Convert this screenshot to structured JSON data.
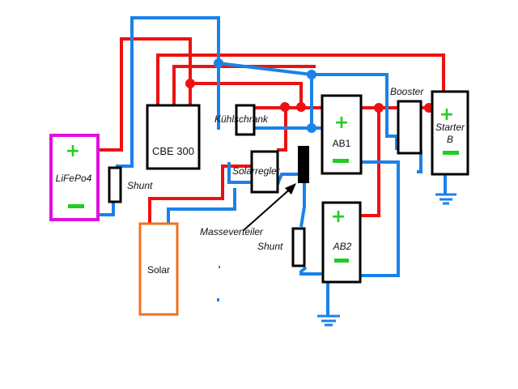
{
  "diagram": {
    "components": {
      "lifepo4": {
        "label": "LiFePo4",
        "plus": "+",
        "minus": "−"
      },
      "shunt_left": {
        "label": "Shunt"
      },
      "cbe300": {
        "label": "CBE 300"
      },
      "kuehlschrank": {
        "label": "Kühlschrank"
      },
      "solarregler": {
        "label": "Solarregler"
      },
      "masseverteiler": {
        "label": "Masseverteiler"
      },
      "shunt_mid": {
        "label": "Shunt"
      },
      "ab1": {
        "label": "AB1",
        "plus": "+",
        "minus": "−"
      },
      "ab2": {
        "label": "AB2",
        "plus": "+",
        "minus": "−"
      },
      "booster": {
        "label": "Booster"
      },
      "starter": {
        "label_line1": "Starter",
        "label_line2": "B",
        "plus": "+",
        "minus": "−"
      },
      "solar": {
        "label": "Solar"
      }
    },
    "colors": {
      "positive_wire": "#ee1111",
      "negative_wire": "#1a82e8",
      "lifepo4_border": "#e010e0",
      "solar_border": "#f07020",
      "terminal_sign": "#22cc22"
    }
  }
}
